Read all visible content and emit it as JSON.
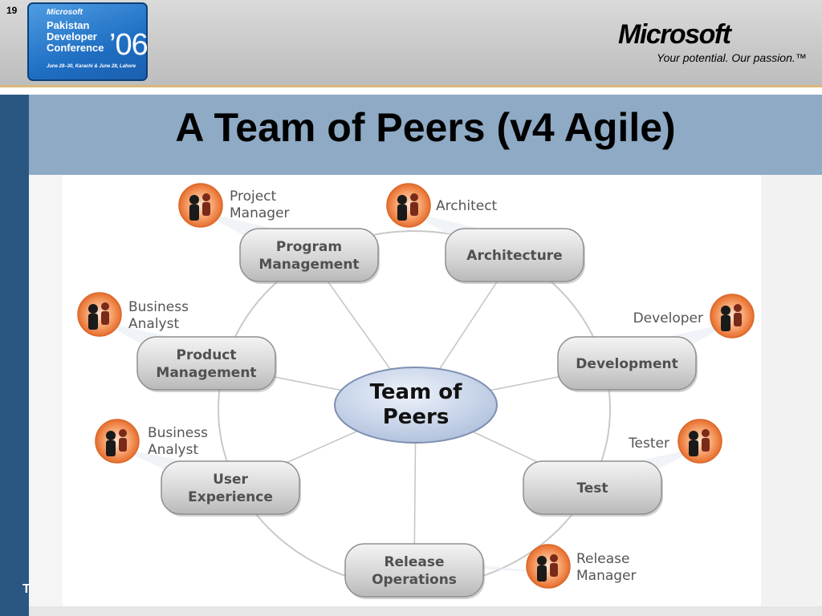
{
  "slide_number": "19",
  "conference_badge": {
    "brand": "Microsoft",
    "line1": "Pakistan",
    "line2": "Developer",
    "line3": "Conference",
    "year": "’06",
    "dates": "June 28–30, Karachi & June 28, Lahore"
  },
  "microsoft": {
    "logo": "Microsoft",
    "tagline": "Your potential. Our passion.™"
  },
  "slide_title": "A Team of Peers (v4 Agile)",
  "left_bar_fragment": "T",
  "diagram": {
    "center": {
      "line1": "Team of",
      "line2": "Peers"
    },
    "roles": [
      {
        "id": "program-management",
        "box_line1": "Program",
        "box_line2": "Management",
        "person_line1": "Project",
        "person_line2": "Manager"
      },
      {
        "id": "architecture",
        "box_line1": "Architecture",
        "box_line2": "",
        "person_line1": "Architect",
        "person_line2": ""
      },
      {
        "id": "development",
        "box_line1": "Development",
        "box_line2": "",
        "person_line1": "Developer",
        "person_line2": ""
      },
      {
        "id": "test",
        "box_line1": "Test",
        "box_line2": "",
        "person_line1": "Tester",
        "person_line2": ""
      },
      {
        "id": "release-operations",
        "box_line1": "Release",
        "box_line2": "Operations",
        "person_line1": "Release",
        "person_line2": "Manager"
      },
      {
        "id": "user-experience",
        "box_line1": "User",
        "box_line2": "Experience",
        "person_line1": "Business",
        "person_line2": "Analyst"
      },
      {
        "id": "product-management",
        "box_line1": "Product",
        "box_line2": "Management",
        "person_line1": "Business",
        "person_line2": "Analyst"
      }
    ]
  },
  "colors": {
    "title_bar": "#8eaac5",
    "left_bar": "#2a5782",
    "icon_orange": "#f28a4a",
    "center_ellipse": "#c6d4ea"
  }
}
